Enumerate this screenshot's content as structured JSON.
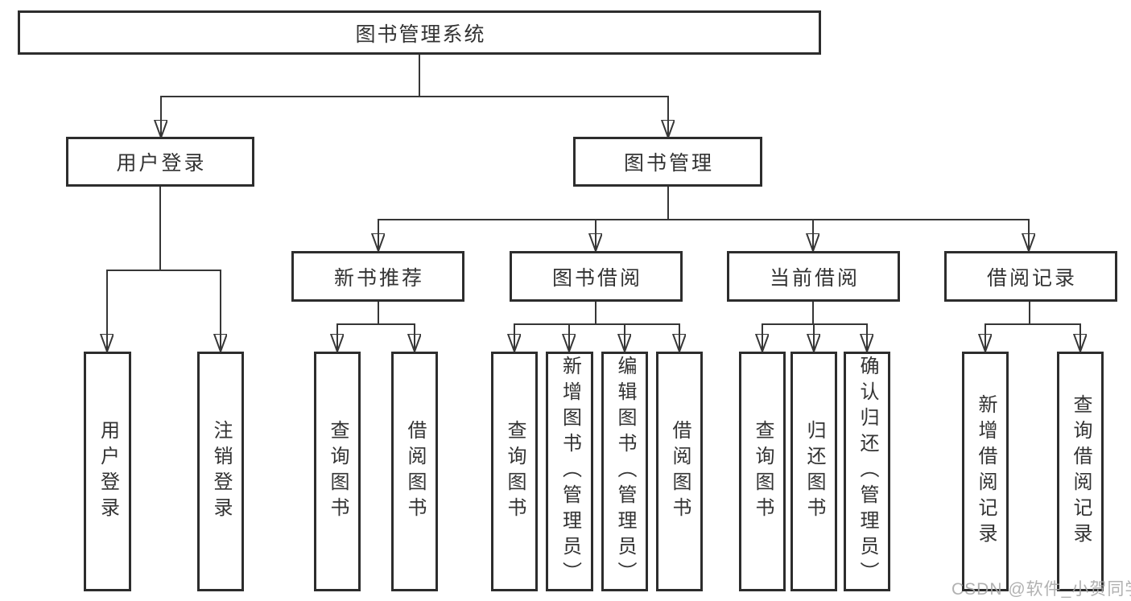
{
  "tree": {
    "label": "图书管理系统",
    "children": [
      {
        "label": "用户登录",
        "children": [
          {
            "label": "用户登录"
          },
          {
            "label": "注销登录"
          }
        ]
      },
      {
        "label": "图书管理",
        "children": [
          {
            "label": "新书推荐",
            "children": [
              {
                "label": "查询图书"
              },
              {
                "label": "借阅图书"
              }
            ]
          },
          {
            "label": "图书借阅",
            "children": [
              {
                "label": "查询图书"
              },
              {
                "label": "新增图书（管理员）"
              },
              {
                "label": "编辑图书（管理员）"
              },
              {
                "label": "借阅图书"
              }
            ]
          },
          {
            "label": "当前借阅",
            "children": [
              {
                "label": "查询图书"
              },
              {
                "label": "归还图书"
              },
              {
                "label": "确认归还（管理员）"
              }
            ]
          },
          {
            "label": "借阅记录",
            "children": [
              {
                "label": "新增借阅记录"
              },
              {
                "label": "查询借阅记录"
              }
            ]
          }
        ]
      }
    ]
  },
  "watermark": {
    "text": "CSDN @软件_小贺同学"
  },
  "colors": {
    "background": "#ffffff",
    "box_border": "#2d2d2d",
    "connector_line": "#363636",
    "text": "#333333",
    "watermark_text": "#a9a9a9"
  }
}
